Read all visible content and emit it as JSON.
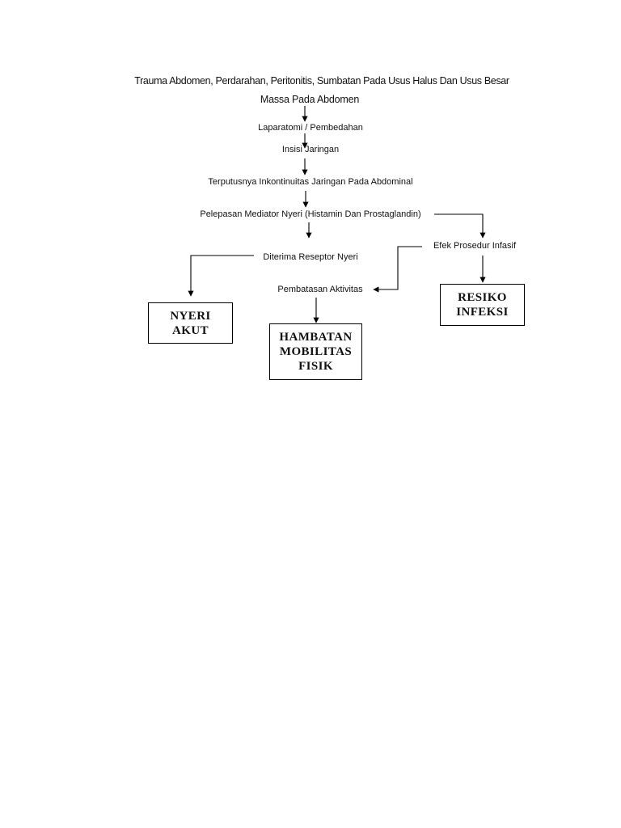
{
  "diagram": {
    "steps": {
      "trauma": "Trauma Abdomen, Perdarahan, Peritonitis, Sumbatan Pada Usus Halus Dan Usus Besar",
      "massa": "Massa Pada Abdomen",
      "laparatomi": "Laparatomi / Pembedahan",
      "insisi": "Insisi Jaringan",
      "terputusnya": "Terputusnya Inkontinuitas Jaringan Pada Abdominal",
      "pelepasan": "Pelepasan Mediator Nyeri (Histamin Dan Prostaglandin)",
      "diterima": "Diterima Reseptor Nyeri",
      "efek": "Efek Prosedur Infasif",
      "pembatasan": "Pembatasan Aktivitas"
    },
    "diagnoses": {
      "nyeri": "NYERI\nAKUT",
      "hambatan": "HAMBATAN\nMOBILITAS\nFISIK",
      "resiko": "RESIKO\nINFEKSI"
    }
  }
}
